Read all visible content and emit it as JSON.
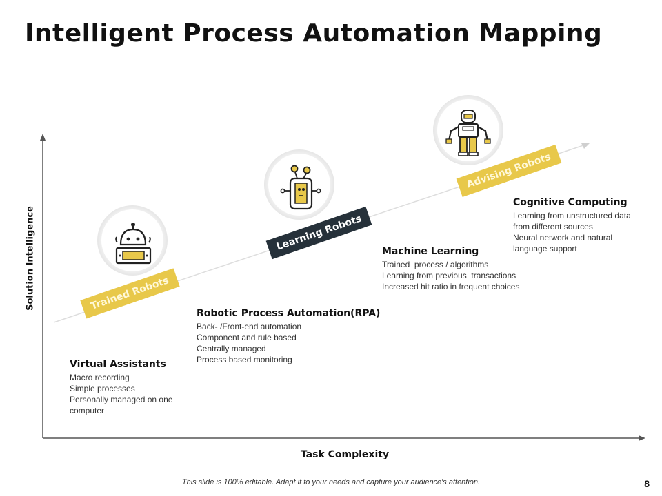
{
  "title": "Intelligent Process Automation Mapping",
  "axes": {
    "y_label": "Solution Intelligence",
    "x_label": "Task Complexity"
  },
  "stages": [
    {
      "banner": "Trained Robots",
      "icon": "trained-robot-icon"
    },
    {
      "banner": "Learning Robots",
      "icon": "learning-robot-icon"
    },
    {
      "banner": "Advising Robots",
      "icon": "advising-robot-icon"
    }
  ],
  "blocks": [
    {
      "heading": "Virtual Assistants",
      "items": [
        "Macro recording",
        "Simple processes",
        "Personally managed on one computer"
      ]
    },
    {
      "heading": "Robotic Process Automation(RPA)",
      "items": [
        "Back- /Front-end automation",
        "Component and rule based",
        "Centrally managed",
        "Process based monitoring"
      ]
    },
    {
      "heading": "Machine Learning",
      "items": [
        "Trained  process / algorithms",
        "Learning from previous  transactions",
        "Increased hit ratio in frequent choices"
      ]
    },
    {
      "heading": "Cognitive Computing",
      "items": [
        "Learning from unstructured data from different sources",
        "Neural network and natural language support"
      ]
    }
  ],
  "colors": {
    "accent_yellow": "#e8c84a",
    "dark_banner": "#26313a",
    "axis": "#555555"
  },
  "footer": {
    "note": "This slide is 100% editable. Adapt it to your needs and capture your audience's attention.",
    "page_number": "8"
  }
}
